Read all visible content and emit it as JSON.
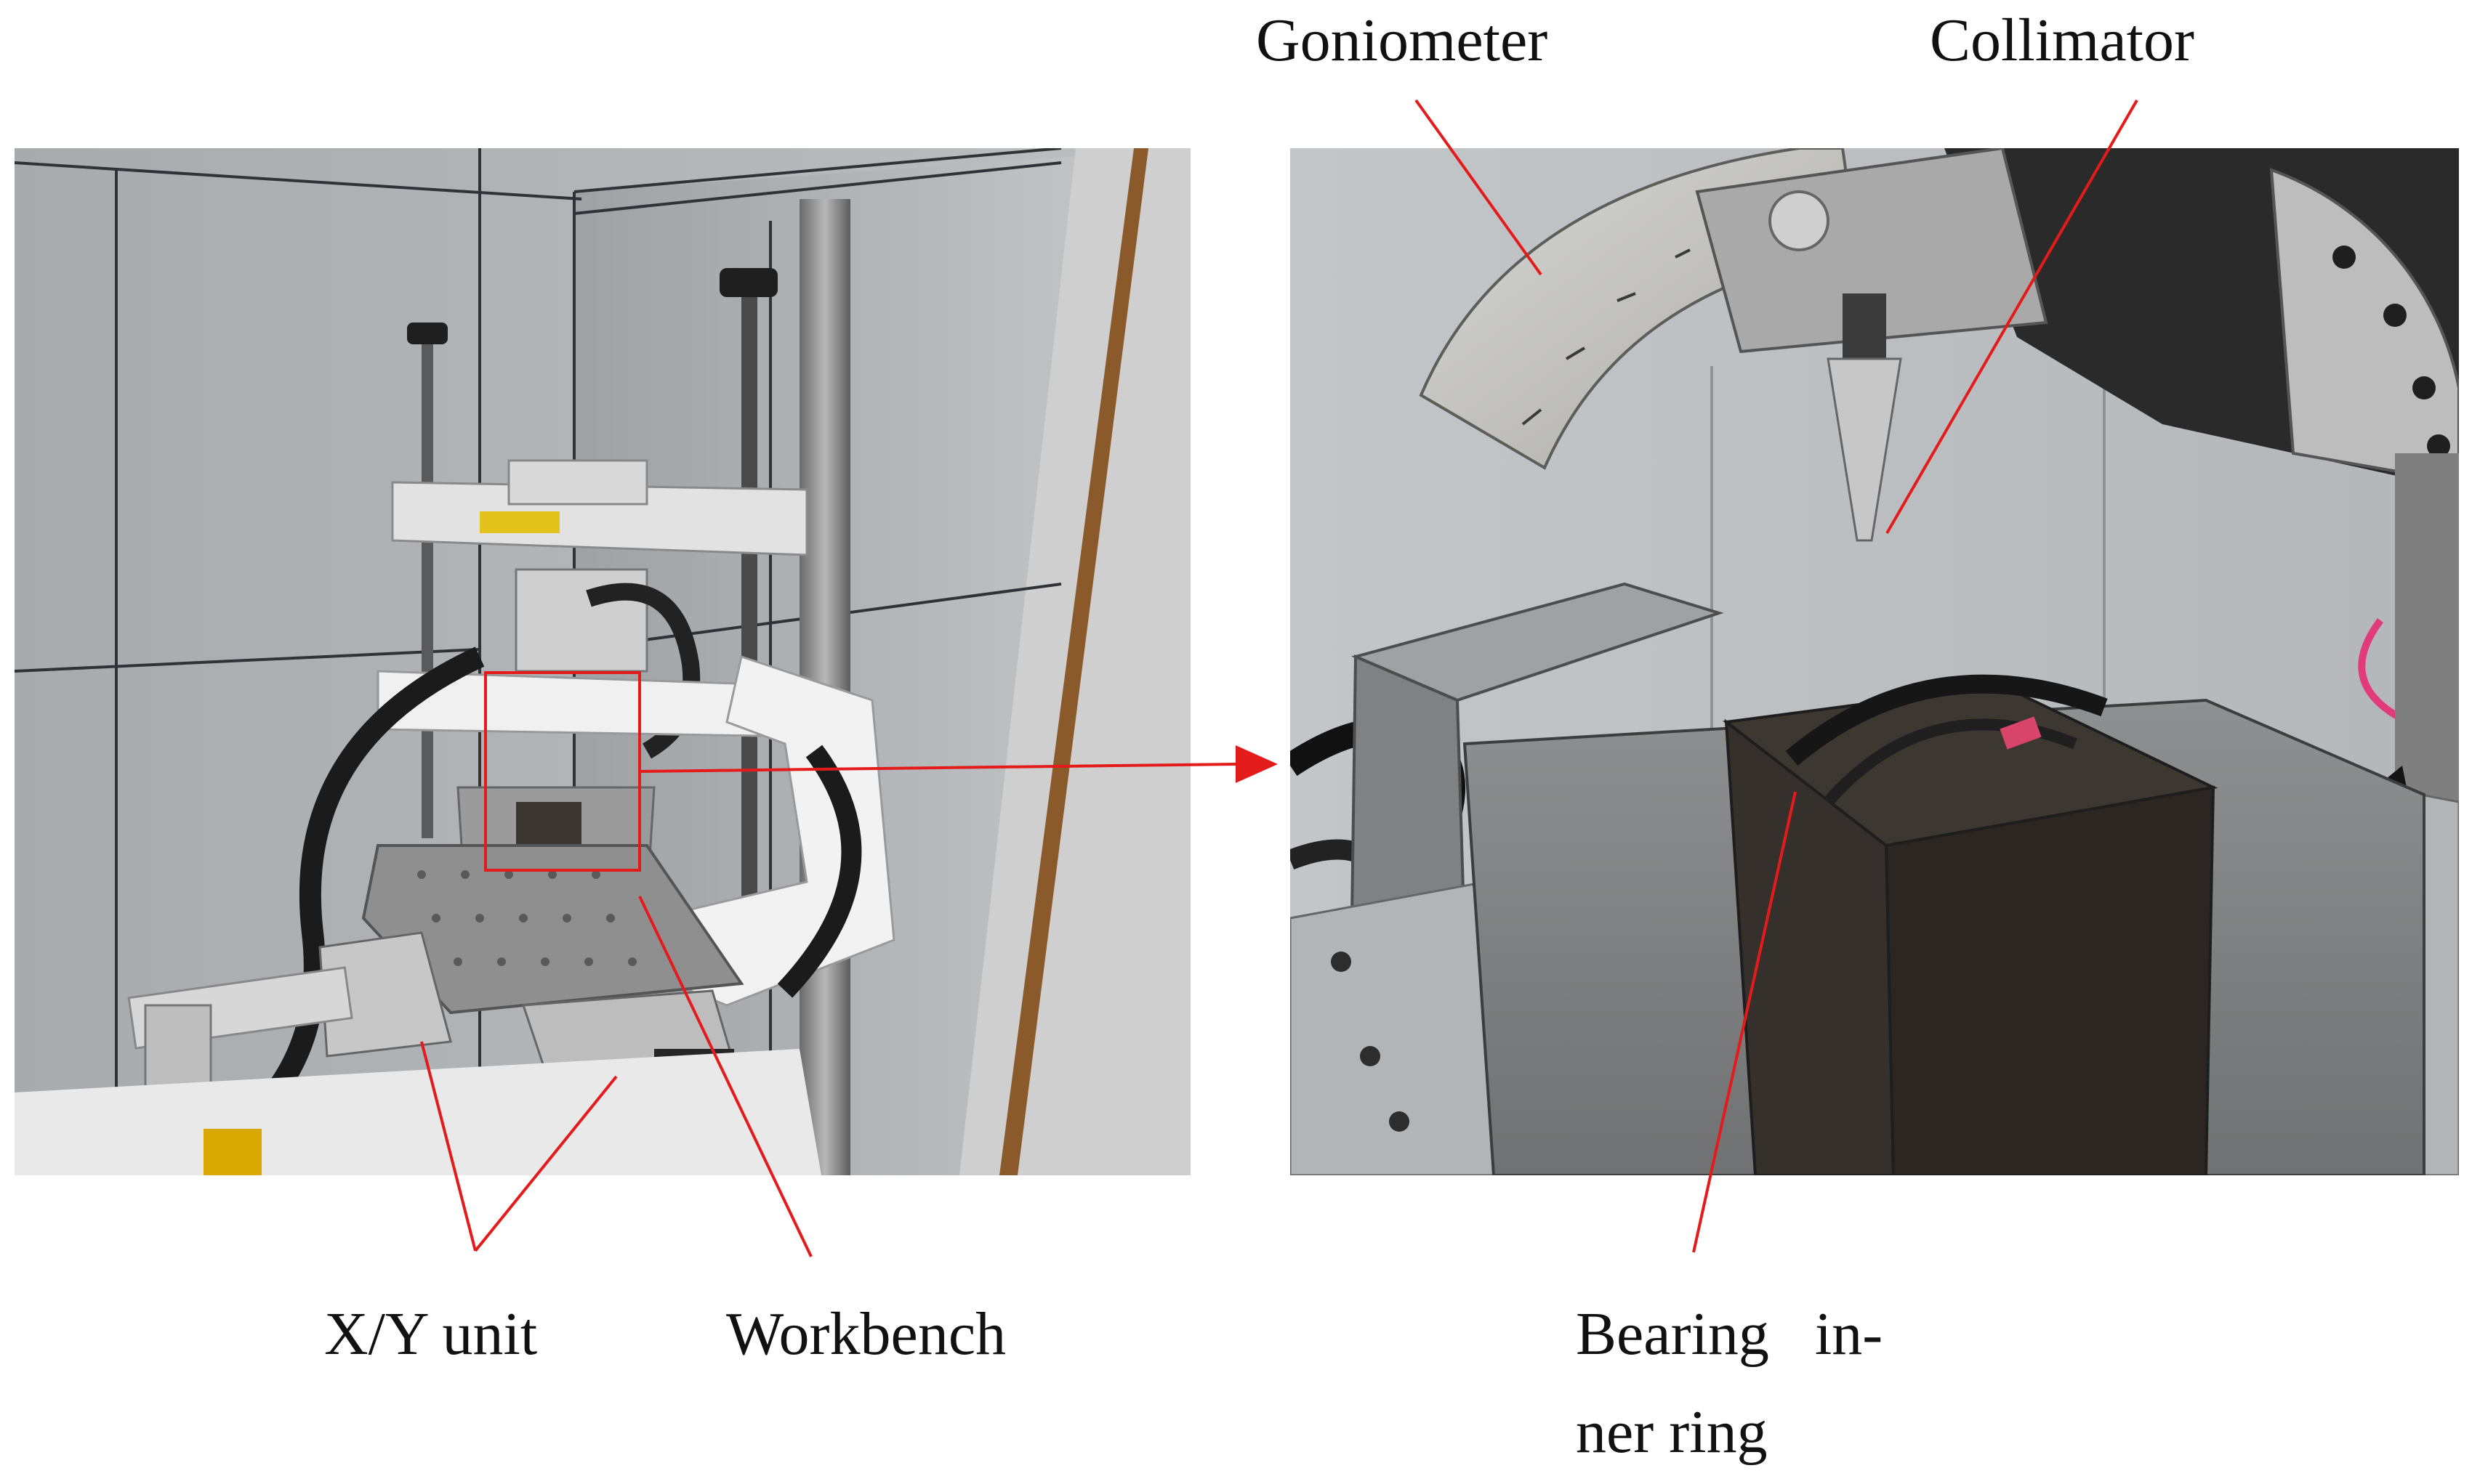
{
  "labels": {
    "goniometer": "Goniometer",
    "collimator": "Collimator",
    "xy_unit": "X/Y unit",
    "workbench": "Workbench",
    "bearing_line1": "Bearing   in-",
    "bearing_line2": "ner ring"
  },
  "colors": {
    "annotation": "#e41b1b",
    "text": "#111111",
    "wall_panel": "#a9acaf",
    "metal": "#8d8f91",
    "dark_steel": "#3a3632"
  },
  "icons": {
    "arrow": "arrowhead-right"
  }
}
